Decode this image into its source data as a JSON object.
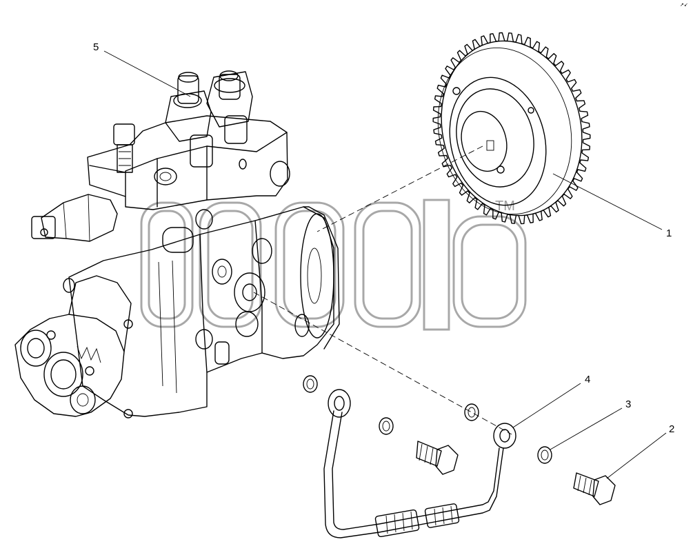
{
  "diagram": {
    "callouts": [
      {
        "id": "1",
        "text": "1"
      },
      {
        "id": "2",
        "text": "2"
      },
      {
        "id": "3",
        "text": "3"
      },
      {
        "id": "4",
        "text": "4"
      },
      {
        "id": "5",
        "text": "5"
      }
    ],
    "watermark": {
      "mark": "TM"
    },
    "corner_mark": "↗↙"
  },
  "parts": {
    "1": "gear",
    "2": "banjo-bolt",
    "3": "sealing-washer",
    "4": "fuel-pipe",
    "5": "high-pressure-pump"
  }
}
